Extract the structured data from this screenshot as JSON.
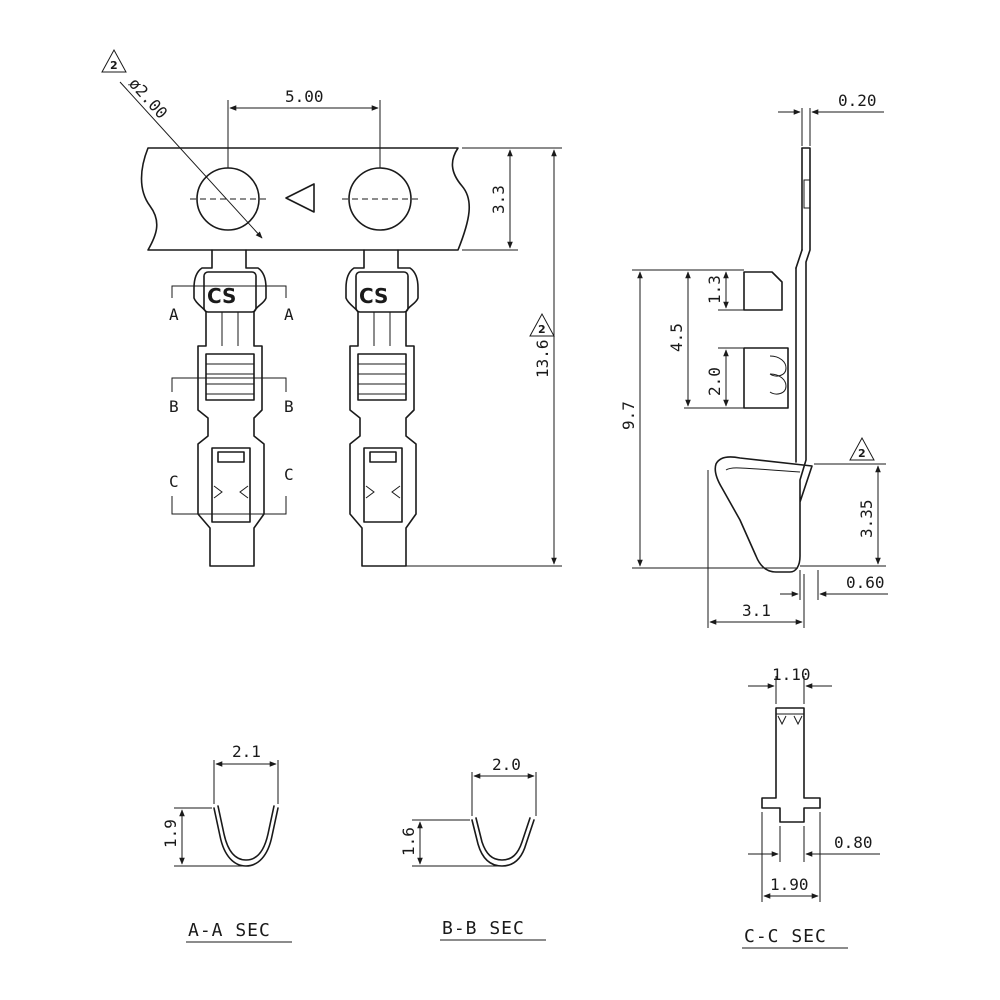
{
  "revision_mark": "2",
  "dims": {
    "hole_diameter": "ø2.00",
    "pitch": "5.00",
    "carrier_height": "3.3",
    "overall_length": "13.6",
    "thickness": "0.20",
    "dim_1_3": "1.3",
    "dim_4_5": "4.5",
    "dim_2_0": "2.0",
    "total_length": "9.7",
    "spring_height": "3.35",
    "dim_0_60": "0.60",
    "width_3_1": "3.1",
    "cc_top_width": "1.10",
    "aa_width": "2.1",
    "aa_height": "1.9",
    "bb_width": "2.0",
    "bb_height": "1.6",
    "cc_inner": "0.80",
    "cc_width": "1.90"
  },
  "section_marks": {
    "a": "A",
    "b": "B",
    "c": "C"
  },
  "brand_mark": "CS",
  "section_titles": {
    "aa": "A-A SEC",
    "bb": "B-B SEC",
    "cc": "C-C SEC"
  }
}
